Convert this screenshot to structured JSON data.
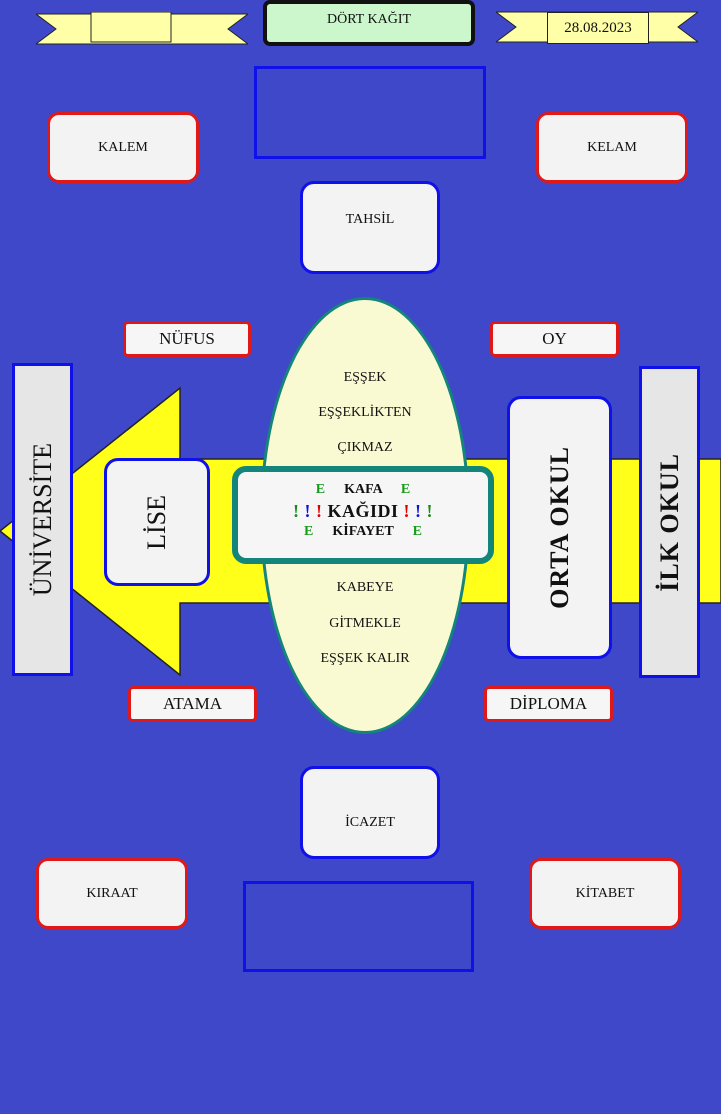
{
  "header": {
    "title": "DÖRT KAĞIT",
    "date": "28.08.2023"
  },
  "corners": {
    "top_left": "KALEM",
    "top_right": "KELAM",
    "bottom_left": "KIRAAT",
    "bottom_right": "KİTABET"
  },
  "top_center": "TAHSİL",
  "bottom_center": "İCAZET",
  "side_labels": {
    "nufus": "NÜFUS",
    "oy": "OY",
    "atama": "ATAMA",
    "diploma": "DİPLOMA"
  },
  "stages": {
    "universite": "ÜNİVERSİTE",
    "lise": "LİSE",
    "orta_okul": "ORTA OKUL",
    "ilk_okul": "İLK OKUL"
  },
  "oval": {
    "top_lines": [
      "EŞŞEK",
      "EŞŞEKLİKTEN",
      "ÇIKMAZ"
    ],
    "bottom_lines": [
      "KABEYE",
      "GİTMEKLE",
      "EŞŞEK KALIR"
    ]
  },
  "center_card": {
    "e_mark": "E",
    "line1": "KAFA",
    "line2": "KAĞIDI",
    "line3": "KİFAYET",
    "bang": "!"
  },
  "colors": {
    "background": "#3e48c9",
    "arrow": "#ffff1a",
    "oval": "#fafad2",
    "red_border": "#e01818",
    "blue_border": "#1010e8",
    "teal_border": "#14857a"
  }
}
